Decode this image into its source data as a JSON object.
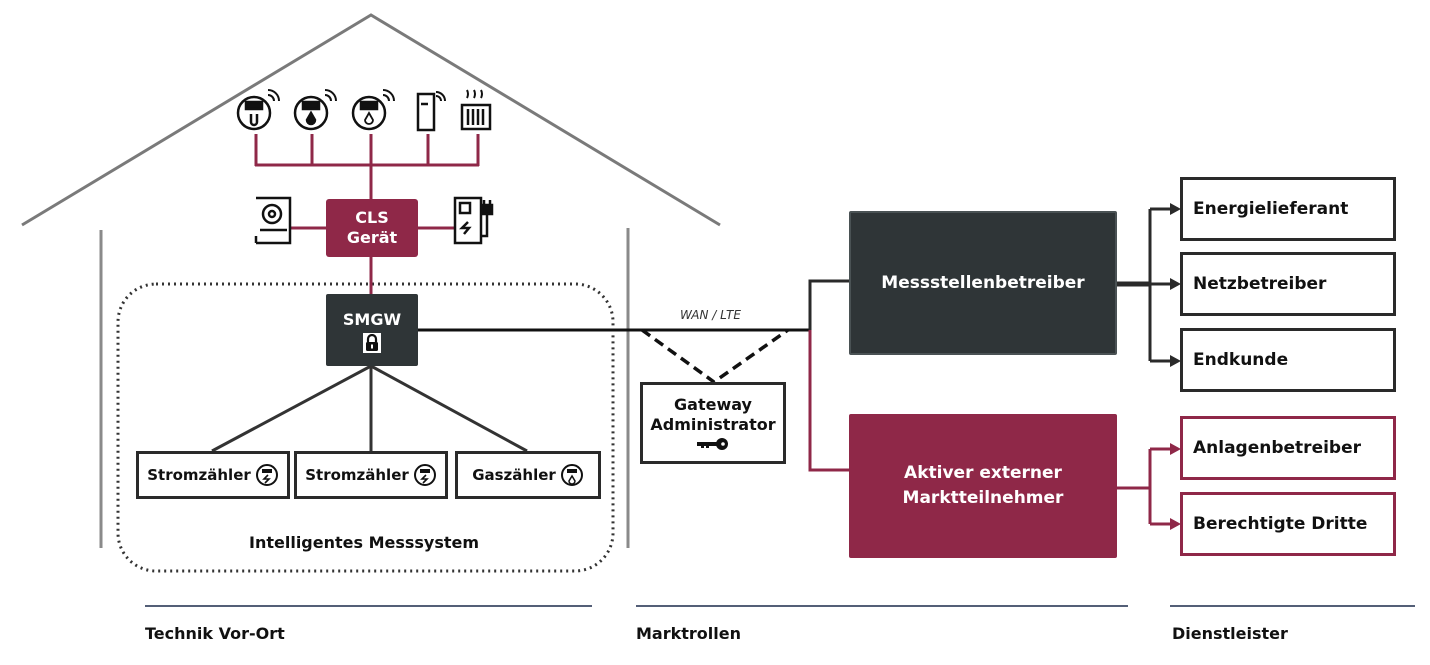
{
  "colors": {
    "accent": "#8f2848",
    "dark": "#2f3537",
    "line": "#2a2a2a",
    "house": "#7a7a7a",
    "section_rule": "#1c2a4a"
  },
  "house": {
    "devices": [
      {
        "icon": "heat-meter-wireless-icon"
      },
      {
        "icon": "water-meter-wireless-icon"
      },
      {
        "icon": "gas-meter-wireless-icon"
      },
      {
        "icon": "heat-pump-wireless-icon"
      },
      {
        "icon": "radiator-icon"
      }
    ],
    "side_devices": [
      {
        "icon": "washing-machine-icon"
      },
      {
        "icon": "ev-charger-icon"
      }
    ],
    "cls": {
      "line1": "CLS",
      "line2": "Gerät"
    },
    "smgw": {
      "label": "SMGW",
      "icon": "lock-icon"
    },
    "meters": [
      {
        "label": "Stromzähler",
        "icon": "electricity-meter-icon"
      },
      {
        "label": "Stromzähler",
        "icon": "electricity-meter-icon"
      },
      {
        "label": "Gaszähler",
        "icon": "gas-meter-icon"
      }
    ],
    "system_label": "Intelligentes Messsystem"
  },
  "network": {
    "wan_label": "WAN / LTE",
    "gateway_admin": {
      "line1": "Gateway",
      "line2": "Administrator",
      "icon": "key-icon"
    }
  },
  "market_roles": {
    "msb": "Messstellenbetreiber",
    "aem": {
      "line1": "Aktiver externer",
      "line2": "Marktteilnehmer"
    }
  },
  "services": {
    "msb_targets": [
      "Energielieferant",
      "Netzbetreiber",
      "Endkunde"
    ],
    "aem_targets": [
      "Anlagenbetreiber",
      "Berechtigte Dritte"
    ]
  },
  "sections": [
    "Technik Vor-Ort",
    "Marktrollen",
    "Dienstleister"
  ]
}
